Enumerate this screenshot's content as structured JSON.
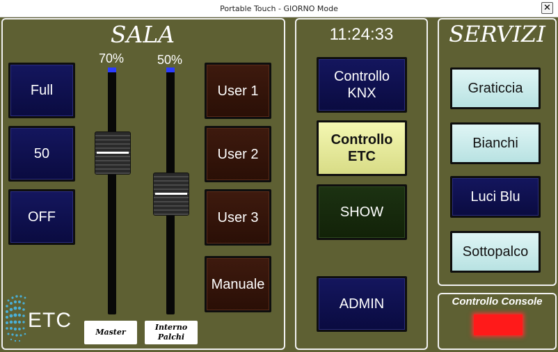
{
  "window": {
    "title": "Portable Touch - GIORNO Mode",
    "close_glyph": "✕"
  },
  "sala": {
    "title": "SALA",
    "left_buttons": [
      "Full",
      "50",
      "OFF"
    ],
    "user_buttons": [
      "User 1",
      "User 2",
      "User 3",
      "Manuale"
    ],
    "faders": [
      {
        "percent_label": "70%",
        "name": "Master",
        "level": 0.7
      },
      {
        "percent_label": "50%",
        "name": "Interno\nPalchi",
        "level": 0.5
      }
    ],
    "logo_text": "ETC"
  },
  "center": {
    "clock": "11:24:33",
    "buttons": [
      {
        "label": "Controllo\nKNX",
        "style": "blue"
      },
      {
        "label": "Controllo\nETC",
        "style": "yellow"
      },
      {
        "label": "SHOW",
        "style": "green"
      },
      {
        "label": "ADMIN",
        "style": "blue"
      }
    ]
  },
  "servizi": {
    "title": "SERVIZI",
    "buttons": [
      {
        "label": "Graticcia",
        "style": "light"
      },
      {
        "label": "Bianchi",
        "style": "light"
      },
      {
        "label": "Luci Blu",
        "style": "blue"
      },
      {
        "label": "Sottopalco",
        "style": "light"
      }
    ]
  },
  "console": {
    "title": "Controllo Console",
    "status_color": "#ff1a1a"
  },
  "colors": {
    "background": "#5e6033",
    "panel_border": "#f2f2f2",
    "fader_accent": "#2a3cff"
  }
}
